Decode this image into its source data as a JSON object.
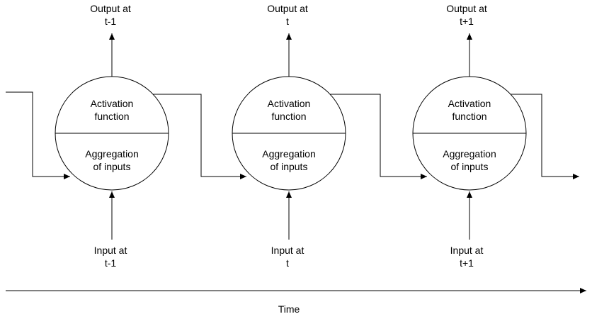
{
  "diagram": {
    "stroke_color": "#000000",
    "fill_color": "#ffffff",
    "cells": [
      {
        "output_label_line1": "Output at",
        "output_label_line2": "t-1",
        "activation_line1": "Activation",
        "activation_line2": "function",
        "aggregation_line1": "Aggregation",
        "aggregation_line2": "of inputs",
        "input_label_line1": "Input at",
        "input_label_line2": "t-1"
      },
      {
        "output_label_line1": "Output at",
        "output_label_line2": "t",
        "activation_line1": "Activation",
        "activation_line2": "function",
        "aggregation_line1": "Aggregation",
        "aggregation_line2": "of inputs",
        "input_label_line1": "Input at",
        "input_label_line2": "t"
      },
      {
        "output_label_line1": "Output at",
        "output_label_line2": "t+1",
        "activation_line1": "Activation",
        "activation_line2": "function",
        "aggregation_line1": "Aggregation",
        "aggregation_line2": "of inputs",
        "input_label_line1": "Input at",
        "input_label_line2": "t+1"
      }
    ],
    "time_label": "Time"
  }
}
